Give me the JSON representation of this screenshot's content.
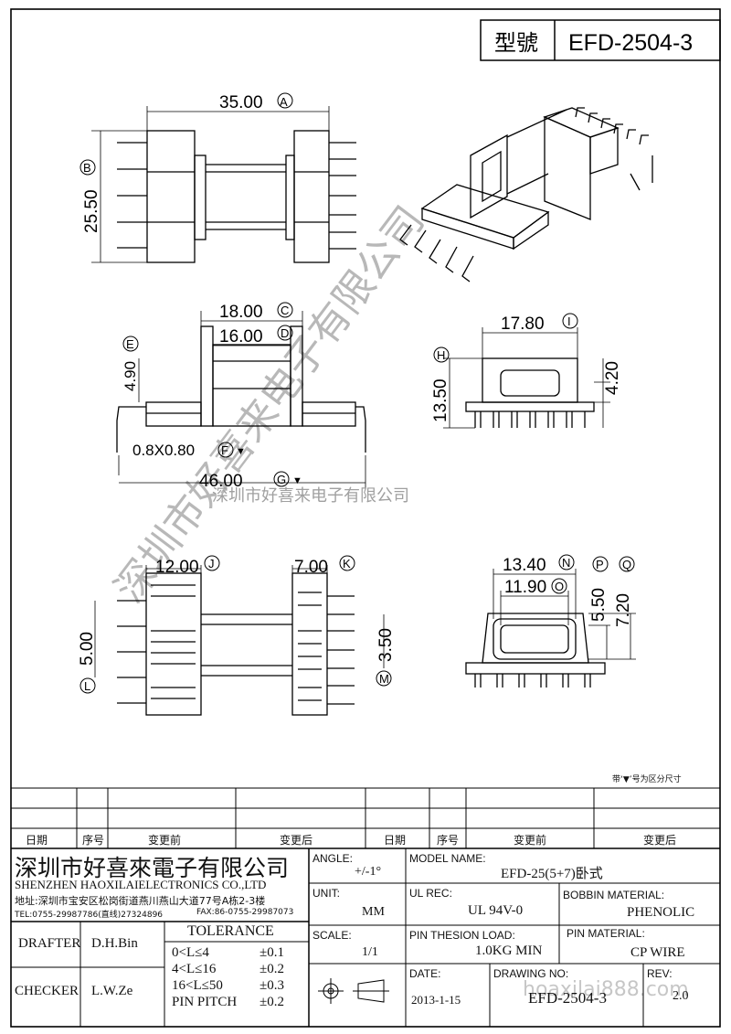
{
  "header": {
    "model_label": "型號",
    "model_no": "EFD-2504-3"
  },
  "dims": {
    "a": "35.00",
    "b": "25.50",
    "c": "18.00",
    "d": "16.00",
    "e": "4.90",
    "f": "0.8X0.80",
    "g": "46.00",
    "h": "13.50",
    "i": "17.80",
    "i2": "4.20",
    "j": "12.00",
    "k": "7.00",
    "l": "5.00",
    "m": "3.50",
    "n": "13.40",
    "o": "11.90",
    "p": "5.50",
    "q": "7.20"
  },
  "markers": {
    "A": "A",
    "B": "B",
    "C": "C",
    "D": "D",
    "E": "E",
    "F": "F",
    "G": "G",
    "H": "H",
    "I": "I",
    "J": "J",
    "K": "K",
    "L": "L",
    "M": "M",
    "N": "N",
    "O": "O",
    "P": "P",
    "Q": "Q"
  },
  "note": "带‘▼’号为区分尺寸",
  "watermark": {
    "cn": "深圳市好喜来电子有限公司",
    "url": "hoaxilai888.com"
  },
  "revision_table": {
    "headers": [
      "日期",
      "序号",
      "变更前",
      "变更后",
      "日期",
      "序号",
      "变更前",
      "变更后"
    ]
  },
  "company": {
    "name_cn": "深圳市好喜來電子有限公司",
    "name_en": "SHENZHEN HAOXILAIELECTRONICS CO.,LTD",
    "address": "地址:深圳市宝安区松岗街道燕川燕山大道77号A栋2-3楼",
    "tel": "TEL:0755-29987786(直线)27324896",
    "fax": "FAX:86-0755-29987073"
  },
  "title_block": {
    "angle_label": "ANGLE:",
    "angle_value": "+/-1°",
    "model_name_label": "MODEL NAME:",
    "model_name_value": "EFD-25(5+7)卧式",
    "unit_label": "UNIT:",
    "unit_value": "MM",
    "ul_rec_label": "UL REC:",
    "ul_rec_value": "UL 94V-0",
    "bobbin_label": "BOBBIN MATERIAL:",
    "bobbin_value": "PHENOLIC",
    "scale_label": "SCALE:",
    "scale_value": "1/1",
    "pin_load_label": "PIN THESION LOAD:",
    "pin_load_value": "1.0KG MIN",
    "pin_material_label": "PIN MATERIAL:",
    "pin_material_value": "CP  WIRE",
    "date_label": "DATE:",
    "date_value": "2013-1-15",
    "drawing_no_label": "DRAWING NO:",
    "drawing_no_value": "EFD-2504-3",
    "rev_label": "REV:",
    "rev_value": "2.0",
    "drafter_label": "DRAFTER",
    "drafter_value": "D.H.Bin",
    "checker_label": "CHECKER",
    "checker_value": "L.W.Ze",
    "tolerance_title": "TOLERANCE",
    "tolerances": [
      {
        "range": "0<L≤4",
        "tol": "±0.1"
      },
      {
        "range": "4<L≤16",
        "tol": "±0.2"
      },
      {
        "range": "16<L≤50",
        "tol": "±0.3"
      },
      {
        "range": "PIN PITCH",
        "tol": "±0.2"
      }
    ]
  }
}
